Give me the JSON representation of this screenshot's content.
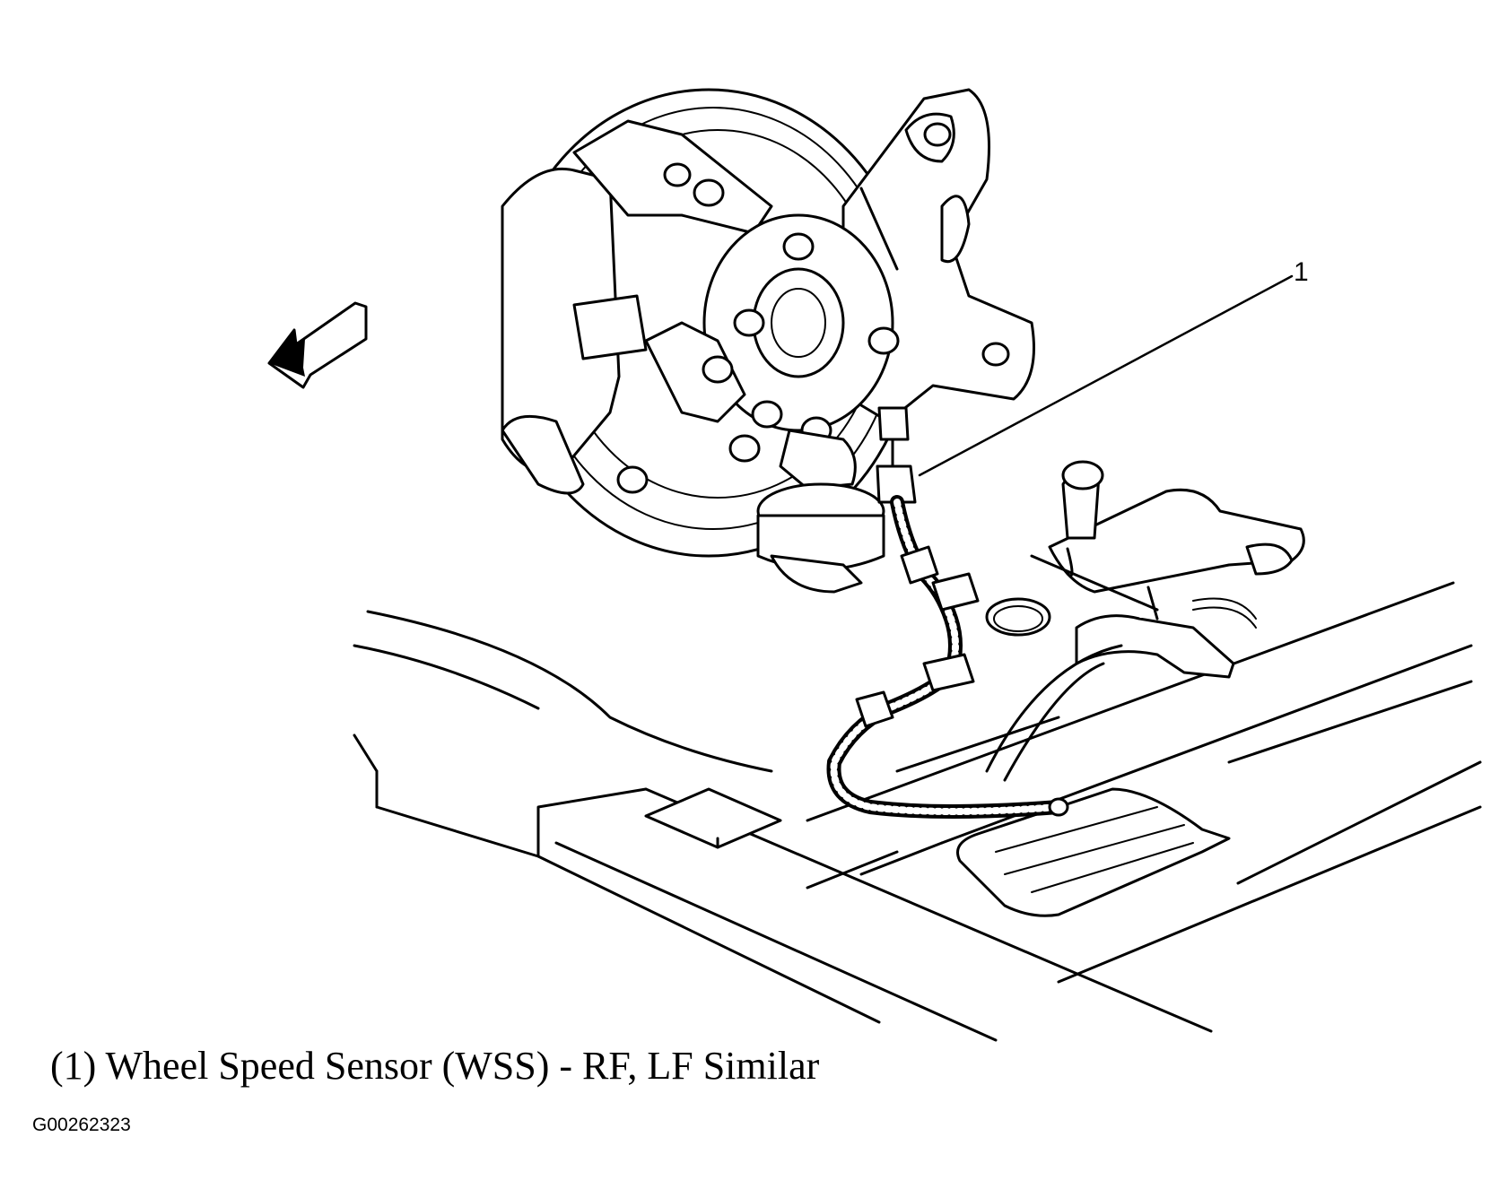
{
  "callout": {
    "number": "1"
  },
  "caption": {
    "text": "(1) Wheel Speed Sensor (WSS) - RF, LF Similar"
  },
  "figure_id": "G00262323",
  "colors": {
    "ink": "#000000",
    "paper": "#ffffff"
  }
}
